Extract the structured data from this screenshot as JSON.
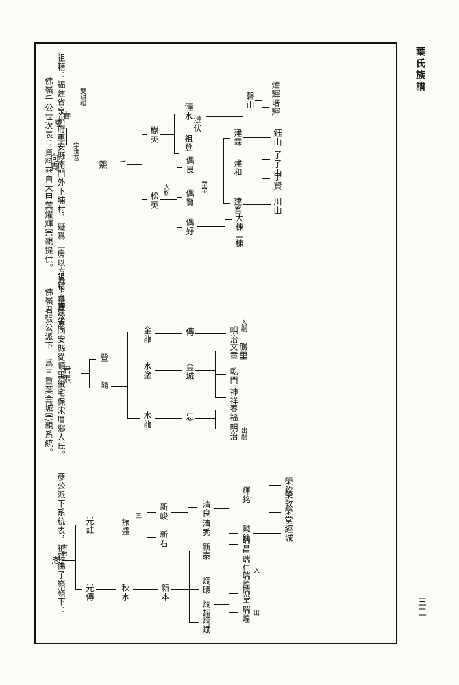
{
  "book_title": "葉氏族譜",
  "page_number": "三三",
  "section1": {
    "note_line1": "祖籍：福建省泉州府惠安縣南門外下埔村，疑爲二房以方派下春夏公裔。",
    "note_line2": "佛嶺千公世次表：資料來自大甲葉燿輝宗親提供。",
    "names": {
      "xiang_gui": "向貴",
      "chun": "春",
      "xia": "夏",
      "small_notes": "字世苔",
      "xia_children": "雙耕稻",
      "xi": "熙",
      "qian": "千",
      "shu_ying": "樹英",
      "song_ying": "松英",
      "song_ying_note": "大松",
      "lian_shui": "漣水",
      "lian_fu": "漣伏",
      "zu_deng": "祖登",
      "bi_shan": "碧山",
      "hao_hui": "燿輝",
      "pei_hui": "培輝",
      "ou_liang": "偶良",
      "ou_xian": "偶賢",
      "ou_xian_note": "眾眾",
      "ou_hao": "偶好",
      "jian_lin": "建霖",
      "jian_he": "建和",
      "jian_wu": "建吾",
      "ren_shan": "鈺山",
      "ziz_shan": "子子山",
      "zi_xian": "子賢",
      "chuan_shan": "川山",
      "da_dong": "大棟",
      "er_dong": "二棟"
    }
  },
  "section2": {
    "note_line1": "祖籍：福建省同安縣從順里後宅保宋厝鄉人氏。",
    "note_line2": "佛嶺君張公派下　爲三重葉金城宗親系統。",
    "names": {
      "jun_zhang": "君張",
      "deng": "登",
      "sui": "隨",
      "jin_long": "金龍",
      "shui_tu": "水塗",
      "shui_long": "水龍",
      "chuan": "傳",
      "jin_cheng": "金城",
      "zhong": "忠",
      "ming_zhi": "明治",
      "ming_zhi_note": "入嗣",
      "wen_zhang": "文章",
      "sheng_li": "勝里",
      "qian_men": "乾門",
      "shen_xiang": "神祥",
      "chun_fu": "春福",
      "ming_zhi2": "明治",
      "ming_zhi2_note": "出嗣"
    }
  },
  "section3": {
    "note_line1": "彥公派下系統表，祖籍佛子嶺嶺下：",
    "names": {
      "yan": "彥",
      "yan_note": "世台",
      "guang_zhu": "光註",
      "guang_chuan": "光傳",
      "zhen_sheng": "振盛",
      "zhen_sheng_note": "五",
      "qiu_shui": "秋水",
      "xin_jun": "新峻",
      "xin_shi": "新石",
      "xin_ben": "新本",
      "xin_tai": "新泰",
      "qing_liang": "清良",
      "qing_xiu": "清秀",
      "hui_ming": "輝銘",
      "lin_ming": "麟銘",
      "rui_chang": "瑞昌",
      "rui_ren": "瑞仁",
      "jiong_huan": "烱環",
      "rui_huang": "瑞煌",
      "rui_huang_note": "入",
      "rui_tang": "瑞堂",
      "jiong_chao": "烱超",
      "rui_huang2": "瑞煌",
      "rui_huang2_note": "出",
      "jiong_bin": "烱斌",
      "rong_qin": "榮欽",
      "rong_dun": "榮敦",
      "rong_tang": "榮堂",
      "jing_cheng": "經城"
    }
  }
}
